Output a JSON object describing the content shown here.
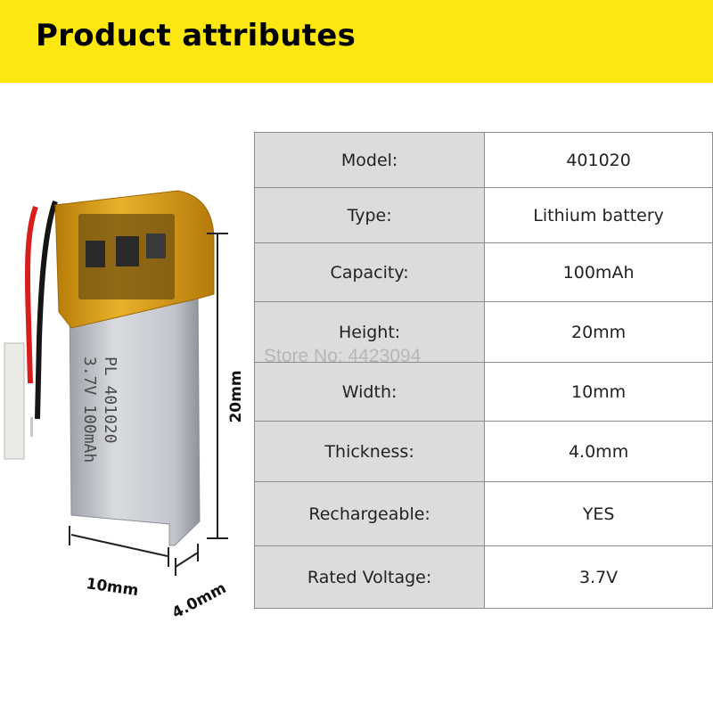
{
  "header": {
    "title": "Product attributes"
  },
  "battery": {
    "label_line1": "PL  401020",
    "label_line2": "3.7V 100mAh",
    "dims": {
      "height": "20mm",
      "width": "10mm",
      "thickness": "4.0mm"
    },
    "colors": {
      "wrap": "#e2a512",
      "body": "#c9ccd2",
      "wire_red": "#d81d1d",
      "wire_black": "#151515"
    }
  },
  "specs": {
    "rows": [
      {
        "label": "Model:",
        "value": "401020"
      },
      {
        "label": "Type:",
        "value": "Lithium battery"
      },
      {
        "label": "Capacity:",
        "value": "100mAh"
      },
      {
        "label": "Height:",
        "value": "20mm"
      },
      {
        "label": "Width:",
        "value": "10mm"
      },
      {
        "label": "Thickness:",
        "value": "4.0mm"
      },
      {
        "label": "Rechargeable:",
        "value": "YES"
      },
      {
        "label": "Rated Voltage:",
        "value": "3.7V"
      }
    ]
  },
  "watermark": "Store No: 4423094",
  "colors": {
    "banner": "#fde711",
    "label_cell": "#dcdcdc",
    "border": "#8c8c8c"
  }
}
